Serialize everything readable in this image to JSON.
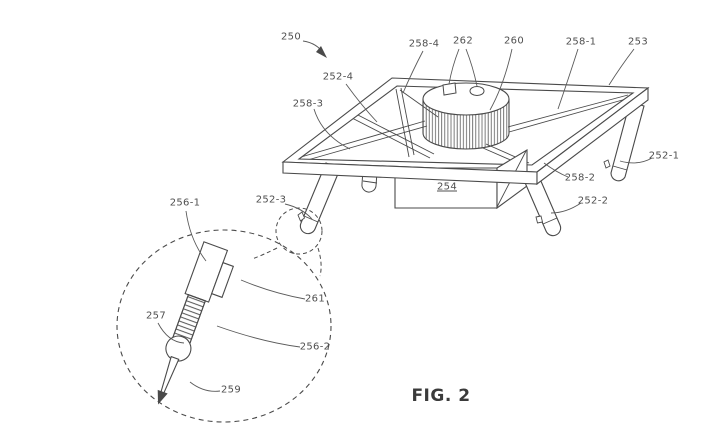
{
  "caption": "FIG. 2",
  "labels": {
    "r250": "250",
    "r252_1": "252-1",
    "r252_2": "252-2",
    "r252_3": "252-3",
    "r252_4": "252-4",
    "r253": "253",
    "r254": "254",
    "r256_1": "256-1",
    "r256_2": "256-2",
    "r257": "257",
    "r258_1": "258-1",
    "r258_2": "258-2",
    "r258_3": "258-3",
    "r258_4": "258-4",
    "r259": "259",
    "r260": "260",
    "r261": "261",
    "r262": "262"
  },
  "colors": {
    "background": "#ffffff",
    "line": "#4a4a4a",
    "label_text": "#4f4f4f"
  }
}
